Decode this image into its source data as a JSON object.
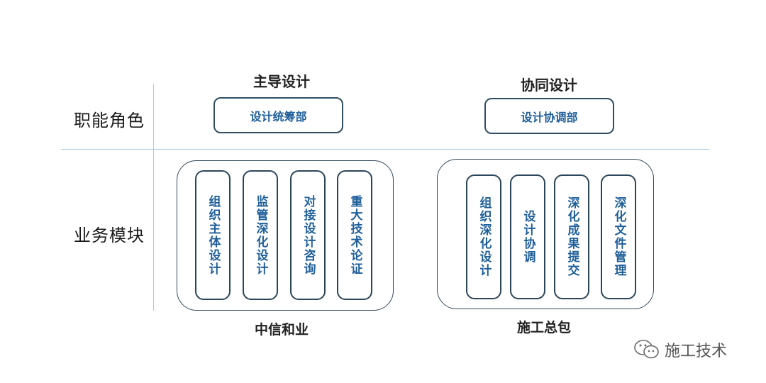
{
  "rows": {
    "role_label": "职能角色",
    "module_label": "业务模块"
  },
  "columns": {
    "left_title": "主导设计",
    "right_title": "协同设计"
  },
  "roles": {
    "left": "设计统筹部",
    "right": "设计协调部"
  },
  "groups": [
    {
      "label": "中信和业",
      "modules": [
        "组织主体设计",
        "监管深化设计",
        "对接设计咨询",
        "重大技术论证"
      ]
    },
    {
      "label": "施工总包",
      "modules": [
        "组织深化设计",
        "设计协调",
        "深化成果提交",
        "深化文件管理"
      ]
    }
  ],
  "watermark": {
    "text": "施工技术",
    "icon": "wechat-icon"
  },
  "colors": {
    "accent_text": "#1f5f9a",
    "border": "#2f4f63",
    "divider": "#a9cbe3"
  }
}
